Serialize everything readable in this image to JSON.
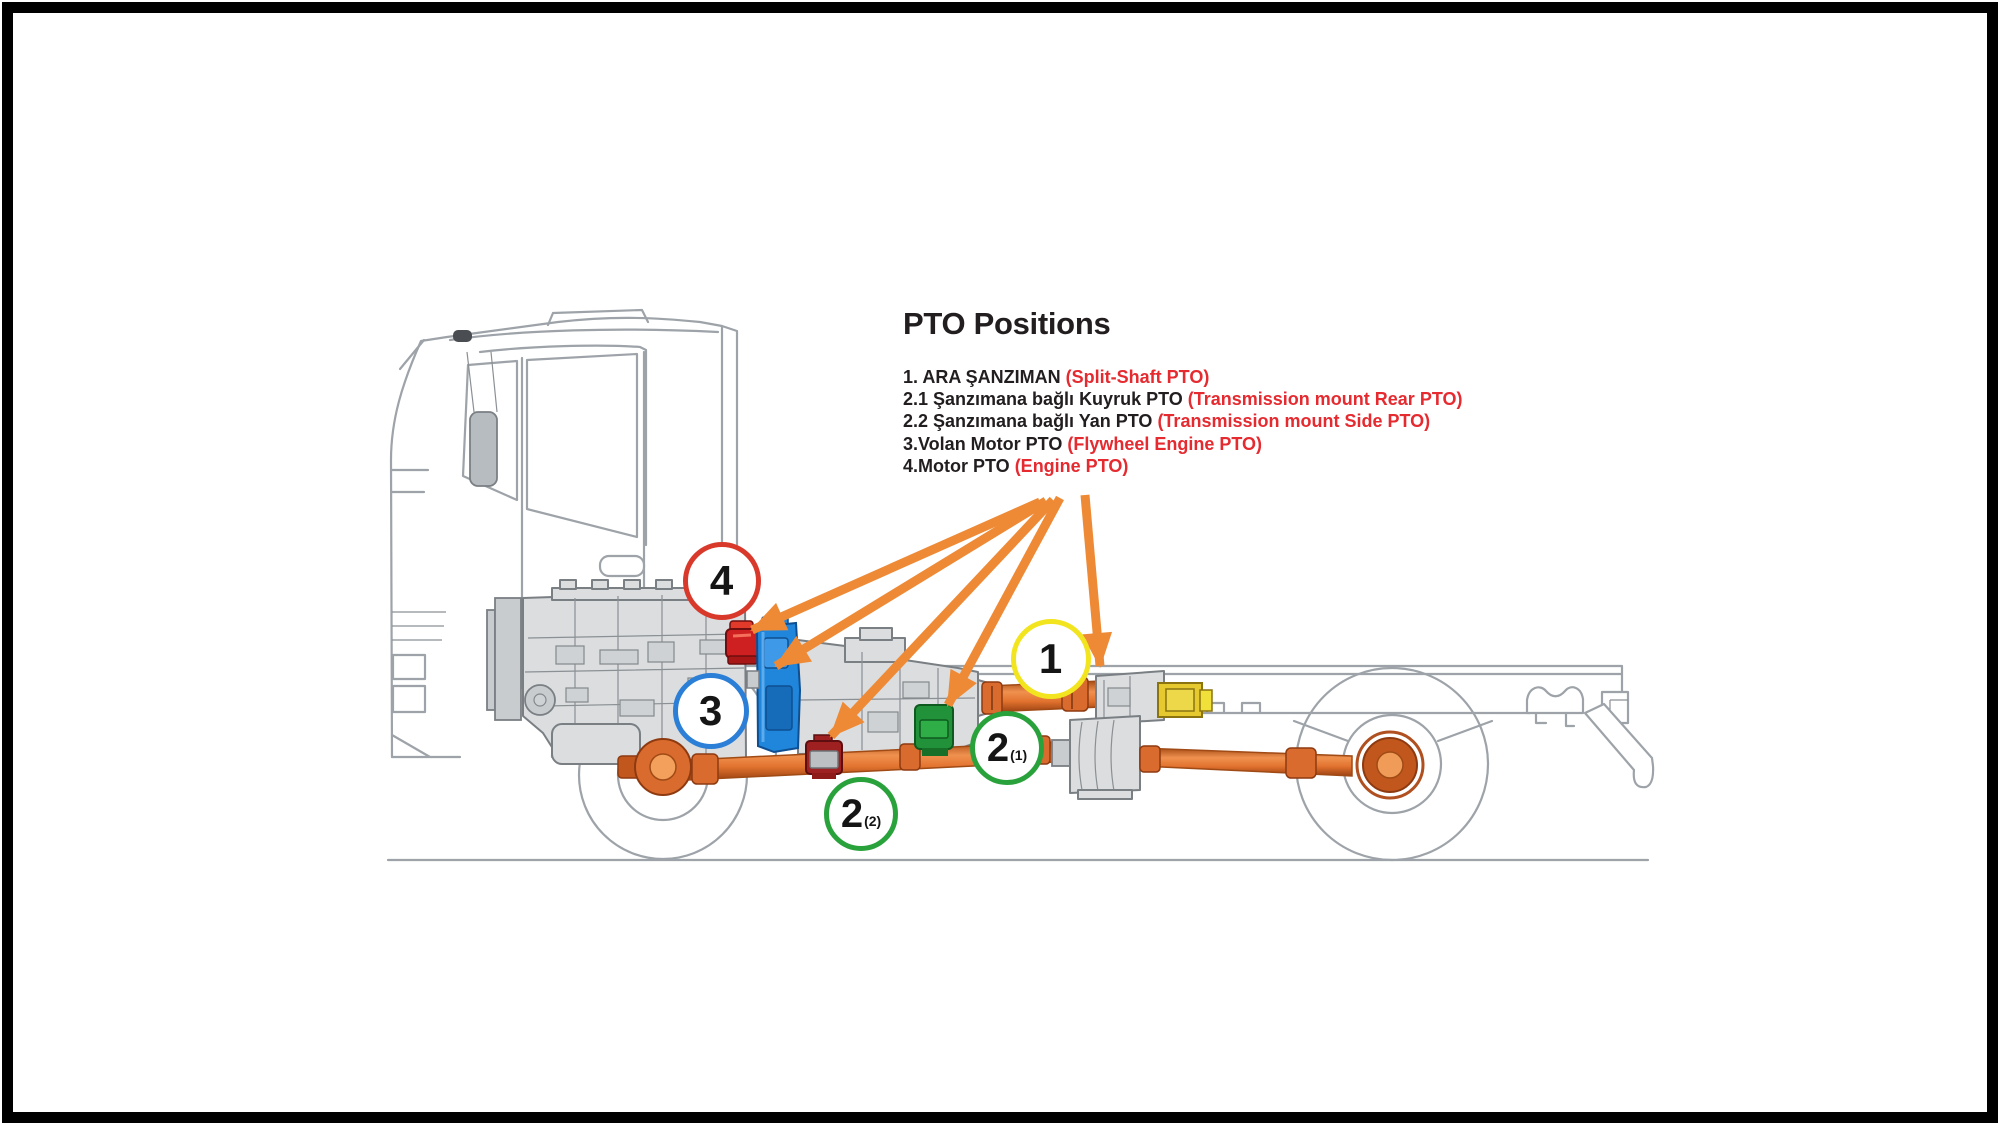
{
  "frame": {
    "border_color": "#000000",
    "background": "#ffffff"
  },
  "header": {
    "title": "PTO Positions"
  },
  "legend": {
    "text_color": "#221e1f",
    "translation_color": "#e52a30",
    "items": [
      {
        "label": "1. ARA ŞANZIMAN ",
        "translation": "(Split-Shaft PTO)"
      },
      {
        "label": "2.1 Şanzımana bağlı Kuyruk PTO ",
        "translation": "(Transmission mount Rear PTO)"
      },
      {
        "label": "2.2 Şanzımana bağlı Yan PTO ",
        "translation": "(Transmission mount Side PTO)"
      },
      {
        "label": "3.Volan Motor PTO ",
        "translation": "(Flywheel Engine PTO)"
      },
      {
        "label": "4.Motor PTO ",
        "translation": "(Engine PTO)"
      }
    ]
  },
  "callouts": [
    {
      "number": "1",
      "sub": "",
      "ring_color": "#f2e41e"
    },
    {
      "number": "2",
      "sub": "(1)",
      "ring_color": "#2aa23c"
    },
    {
      "number": "2",
      "sub": "(2)",
      "ring_color": "#2aa23c"
    },
    {
      "number": "3",
      "sub": "",
      "ring_color": "#2b7fd6"
    },
    {
      "number": "4",
      "sub": "",
      "ring_color": "#d8392b"
    }
  ],
  "diagram": {
    "arrow_color": "#ee8a35",
    "components": {
      "engine_pto": "#ce2020",
      "flywheel_pto": "#1f86db",
      "transmission_rear_pto": "#22923a",
      "transmission_side_pto": "#9e2020",
      "split_shaft_pto": "#e5c92f",
      "driveline": "#e07a38",
      "lineart": "#9da3a8"
    }
  }
}
